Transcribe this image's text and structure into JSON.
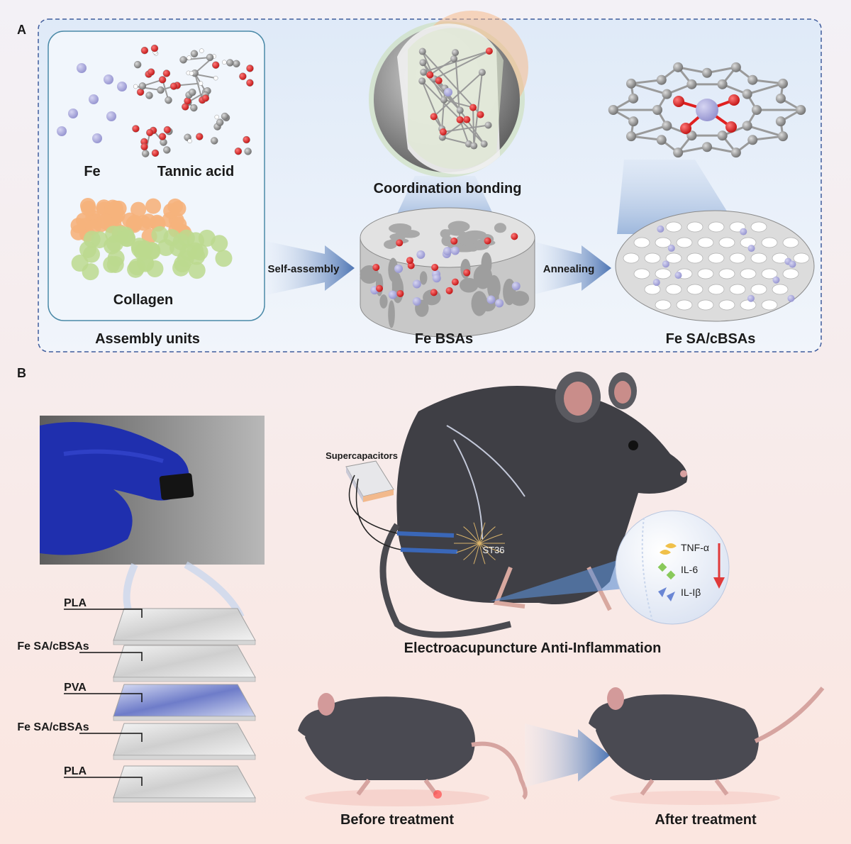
{
  "panel_a": {
    "letter": "A",
    "labels": {
      "fe": "Fe",
      "tannic_acid": "Tannic acid",
      "collagen": "Collagen",
      "assembly_units": "Assembly units",
      "coordination_bonding": "Coordination bonding",
      "self_assembly": "Self-assembly",
      "annealing": "Annealing",
      "fe_bsas": "Fe BSAs",
      "fe_sa_cbsas": "Fe SA/cBSAs"
    }
  },
  "panel_b": {
    "letter": "B",
    "layers": [
      "PLA",
      "Fe SA/cBSAs",
      "PVA",
      "Fe SA/cBSAs",
      "PLA"
    ],
    "supercapacitors": "Supercapacitors",
    "acupoint": "ST36",
    "cytokines": [
      "TNF-α",
      "IL-6",
      "IL-Iβ"
    ],
    "electroacupuncture": "Electroacupuncture Anti-Inflammation",
    "before": "Before treatment",
    "after": "After treatment"
  },
  "colors": {
    "fe_atom": "#a9a8dc",
    "oxygen": "#e02020",
    "carbon": "#8a8a8a",
    "collagen_orange": "#f6b27c",
    "collagen_green": "#bcd98e",
    "arrow": "#5a7db8",
    "panel_a_bg": "#e9f1fb",
    "glove": "#1f2fae",
    "reduction_arrow": "#e03a3a"
  }
}
